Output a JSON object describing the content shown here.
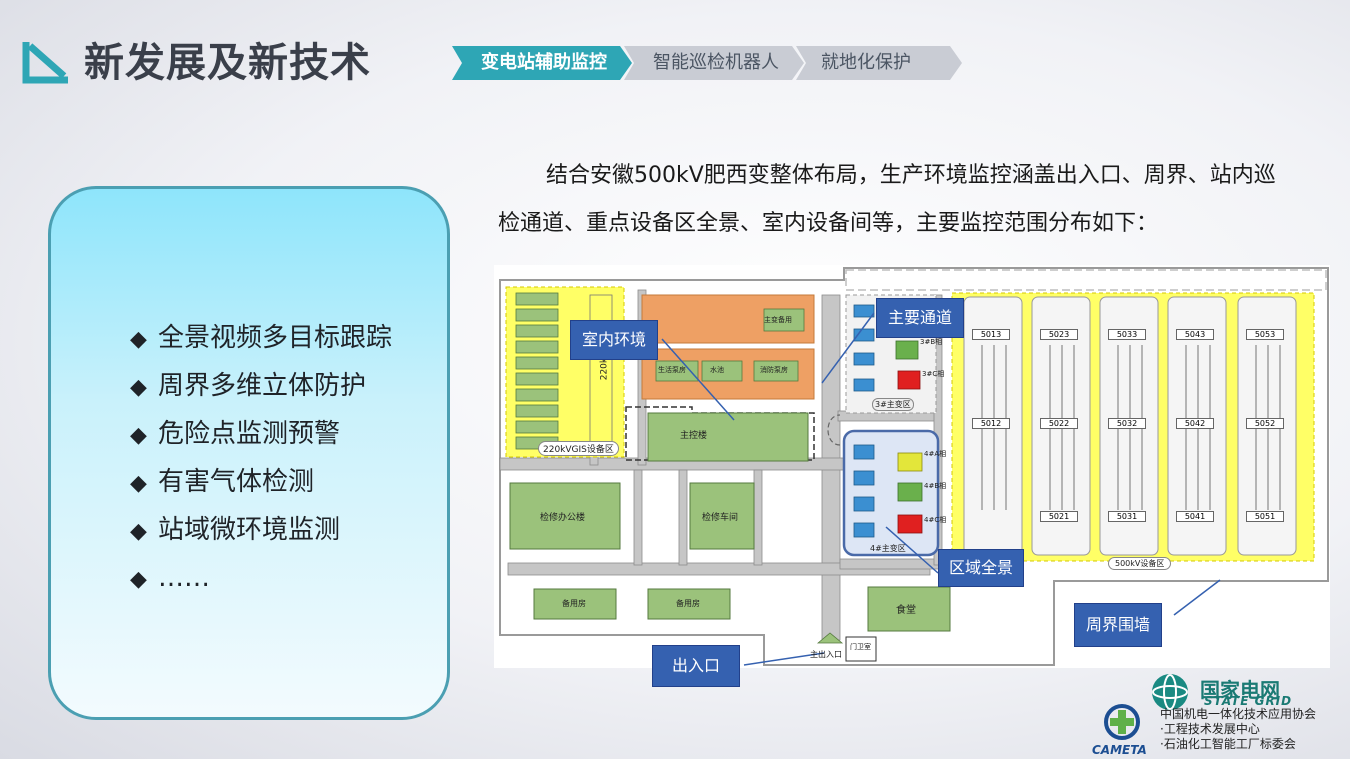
{
  "header": {
    "title": "新发展及新技术",
    "tabs": [
      {
        "label": "变电站辅助监控",
        "active": true
      },
      {
        "label": "智能巡检机器人",
        "active": false
      },
      {
        "label": "就地化保护",
        "active": false
      }
    ]
  },
  "features": {
    "items": [
      "全景视频多目标跟踪",
      "周界多维立体防护",
      "危险点监测预警",
      "有害气体检测",
      "站域微环境监测",
      "……"
    ],
    "bullet": "◆"
  },
  "intro": {
    "line1": "结合安徽500kV肥西变整体布局，生产环境监控涵盖出入口、周界、站内巡",
    "line2": "检通道、重点设备区全景、室内设备间等，主要监控范围分布如下："
  },
  "map": {
    "callouts": {
      "indoor": "室内环境",
      "main_road": "主要通道",
      "area": "区域全景",
      "perimeter": "周界围墙",
      "entrance": "出入口"
    },
    "labels": {
      "main_control": "主控楼",
      "maint_office": "检修办公楼",
      "workshop": "检修车间",
      "spare1": "备用房",
      "spare2": "备用房",
      "canteen": "食堂",
      "gis220": "220kVGIS设备区",
      "v220": "220kV",
      "tr3": "3#主变区",
      "tr4": "4#主变区",
      "kv500": "500kV设备区",
      "main_entrance": "主出入口",
      "guard": "门卫室",
      "main_equip": "主变备用",
      "living": "生活泵房",
      "pool": "水池",
      "fire": "消防泵房",
      "ph3b": "3#B相",
      "ph3c": "3#C相",
      "ph4a": "4#A相",
      "ph4b": "4#B相",
      "ph4c": "4#C相",
      "bay_top": [
        "5013",
        "5023",
        "5033",
        "5043",
        "5053"
      ],
      "bay_mid": [
        "5012",
        "5022",
        "5032",
        "5042",
        "5052"
      ],
      "bay_bot": [
        "5021",
        "5031",
        "5041",
        "5051"
      ]
    }
  },
  "footer": {
    "sg_cn": "国家电网",
    "sg_en": "STATE GRID",
    "assoc_line1": "中国机电一体化技术应用协会",
    "assoc_line2": "·工程技术发展中心",
    "assoc_line3": "·石油化工智能工厂标委会",
    "cameta": "CAMETA"
  },
  "colors": {
    "accent": "#2ea6b5",
    "tab_inactive": "#c9ccd4",
    "callout": "#3561b0",
    "building": "#9bc27b",
    "orange_area": "#eea064",
    "yellow_area": "#ffff66"
  }
}
